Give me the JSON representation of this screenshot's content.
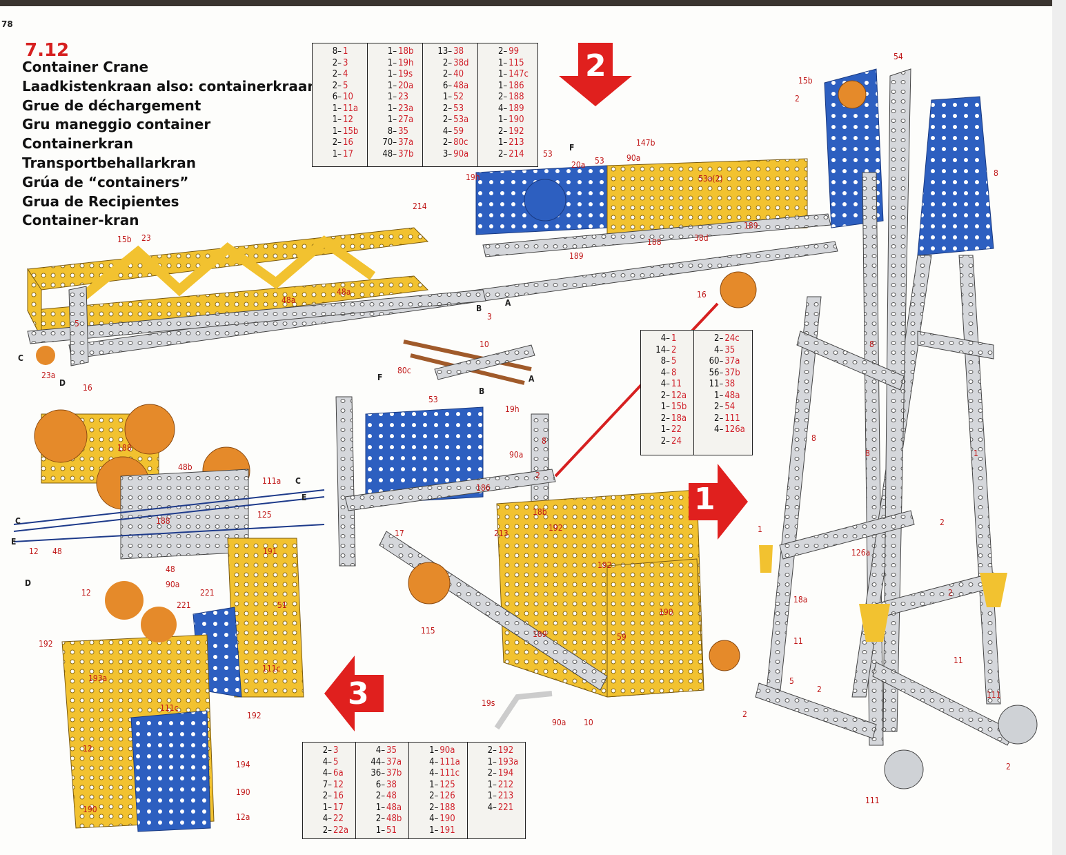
{
  "page_number": "78",
  "model_number": "7.12",
  "titles": [
    "Container Crane",
    "Laadkistenkraan also: containerkraan",
    "Grue de déchargement",
    "Gru maneggio container",
    "Containerkran",
    "Transportbehallarkran",
    "Grúa de “containers”",
    "Grua de Recipientes",
    "Container-kran"
  ],
  "steps": {
    "step1": "1",
    "step2": "2",
    "step3": "3"
  },
  "parts_tables": {
    "step2": [
      [
        [
          "8–",
          "1"
        ],
        [
          "2–",
          "3"
        ],
        [
          "2–",
          "4"
        ],
        [
          "2–",
          "5"
        ],
        [
          "6–",
          "10"
        ],
        [
          "1–",
          "11a"
        ],
        [
          "1–",
          "12"
        ],
        [
          "1–",
          "15b"
        ],
        [
          "2–",
          "16"
        ],
        [
          "1–",
          "17"
        ]
      ],
      [
        [
          "1–",
          "18b"
        ],
        [
          "1–",
          "19h"
        ],
        [
          "1–",
          "19s"
        ],
        [
          "1–",
          "20a"
        ],
        [
          "1–",
          "23"
        ],
        [
          "1–",
          "23a"
        ],
        [
          "1–",
          "27a"
        ],
        [
          "8–",
          "35"
        ],
        [
          "70–",
          "37a"
        ],
        [
          "48–",
          "37b"
        ]
      ],
      [
        [
          "13–",
          "38"
        ],
        [
          "2–",
          "38d"
        ],
        [
          "2–",
          "40"
        ],
        [
          "6–",
          "48a"
        ],
        [
          "1–",
          "52"
        ],
        [
          "2–",
          "53"
        ],
        [
          "2–",
          "53a"
        ],
        [
          "4–",
          "59"
        ],
        [
          "2–",
          "80c"
        ],
        [
          "3–",
          "90a"
        ]
      ],
      [
        [
          "2–",
          "99"
        ],
        [
          "1–",
          "115"
        ],
        [
          "1–",
          "147c"
        ],
        [
          "1–",
          "186"
        ],
        [
          "2–",
          "188"
        ],
        [
          "4–",
          "189"
        ],
        [
          "1–",
          "190"
        ],
        [
          "2–",
          "192"
        ],
        [
          "1–",
          "213"
        ],
        [
          "2–",
          "214"
        ]
      ]
    ],
    "step1": [
      [
        [
          "4–",
          "1"
        ],
        [
          "14–",
          "2"
        ],
        [
          "8–",
          "5"
        ],
        [
          "4–",
          "8"
        ],
        [
          "4–",
          "11"
        ],
        [
          "2–",
          "12a"
        ],
        [
          "1–",
          "15b"
        ],
        [
          "2–",
          "18a"
        ],
        [
          "1–",
          "22"
        ],
        [
          "2–",
          "24"
        ]
      ],
      [
        [
          "2–",
          "24c"
        ],
        [
          "4–",
          "35"
        ],
        [
          "60–",
          "37a"
        ],
        [
          "56–",
          "37b"
        ],
        [
          "11–",
          "38"
        ],
        [
          "1–",
          "48a"
        ],
        [
          "2–",
          "54"
        ],
        [
          "2–",
          "111"
        ],
        [
          "4–",
          "126a"
        ]
      ]
    ],
    "step3": [
      [
        [
          "2–",
          "3"
        ],
        [
          "4–",
          "5"
        ],
        [
          "4–",
          "6a"
        ],
        [
          "7–",
          "12"
        ],
        [
          "2–",
          "16"
        ],
        [
          "1–",
          "17"
        ],
        [
          "4–",
          "22"
        ],
        [
          "2–",
          "22a"
        ]
      ],
      [
        [
          "4–",
          "35"
        ],
        [
          "44–",
          "37a"
        ],
        [
          "36–",
          "37b"
        ],
        [
          "6–",
          "38"
        ],
        [
          "2–",
          "48"
        ],
        [
          "1–",
          "48a"
        ],
        [
          "2–",
          "48b"
        ],
        [
          "1–",
          "51"
        ]
      ],
      [
        [
          "1–",
          "90a"
        ],
        [
          "4–",
          "111a"
        ],
        [
          "4–",
          "111c"
        ],
        [
          "1–",
          "125"
        ],
        [
          "2–",
          "126"
        ],
        [
          "2–",
          "188"
        ],
        [
          "4–",
          "190"
        ],
        [
          "1–",
          "191"
        ]
      ],
      [
        [
          "2–",
          "192"
        ],
        [
          "1–",
          "193a"
        ],
        [
          "2–",
          "194"
        ],
        [
          "1–",
          "212"
        ],
        [
          "1–",
          "213"
        ],
        [
          "4–",
          "221"
        ]
      ]
    ]
  },
  "callouts": [
    "15b",
    "23",
    "214",
    "48a",
    "48a",
    "C",
    "23a",
    "D",
    "16",
    "5",
    "F",
    "53",
    "20a",
    "53",
    "19h",
    "147b",
    "90a",
    "53a(2)",
    "189",
    "188",
    "189",
    "38d",
    "16",
    "B",
    "A",
    "3",
    "10",
    "80c",
    "A",
    "B",
    "F",
    "53",
    "19h",
    "90a",
    "8",
    "2",
    "186",
    "18b",
    "17",
    "213",
    "192",
    "192",
    "190",
    "115",
    "189",
    "59",
    "19s",
    "90a",
    "10",
    "188",
    "48b",
    "111a",
    "C",
    "E",
    "188",
    "125",
    "191",
    "12",
    "48",
    "E",
    "C",
    "D",
    "48",
    "90a",
    "12",
    "221",
    "51",
    "221",
    "111c",
    "192",
    "193a",
    "111c",
    "192",
    "12",
    "194",
    "190",
    "190",
    "12a",
    "15b",
    "2",
    "54",
    "8",
    "8",
    "8",
    "8",
    "1",
    "1",
    "126a",
    "2",
    "2",
    "18a",
    "11",
    "5",
    "2",
    "2",
    "11",
    "111",
    "111",
    "2"
  ]
}
